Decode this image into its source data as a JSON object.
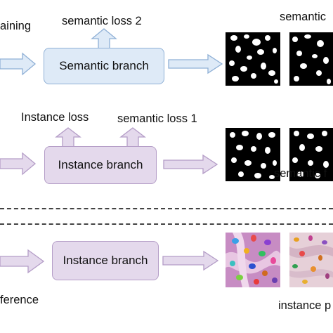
{
  "labels": {
    "training": "aining",
    "semantic_loss_2": "semantic loss 2",
    "instance_loss": "Instance loss",
    "semantic_loss_1": "semantic loss 1",
    "semantic_top_right": "semantic",
    "semantic_f": "semantic f",
    "inference": "ference",
    "instance_p": "instance p"
  },
  "boxes": {
    "semantic_branch": "Semantic branch",
    "instance_branch_train": "Instance branch",
    "instance_branch_infer": "Instance branch"
  },
  "colors": {
    "semantic_fill": "#deeaf7",
    "semantic_border": "#8fb0d6",
    "instance_fill": "#e4d9ec",
    "instance_border": "#b49dc7",
    "sem_arrow": "#deeaf7",
    "inst_arrow": "#e4d9ec"
  },
  "icons": {
    "arrow": "block-arrow",
    "mask": "binary-mask-image",
    "histology": "histology-overlay-image"
  }
}
